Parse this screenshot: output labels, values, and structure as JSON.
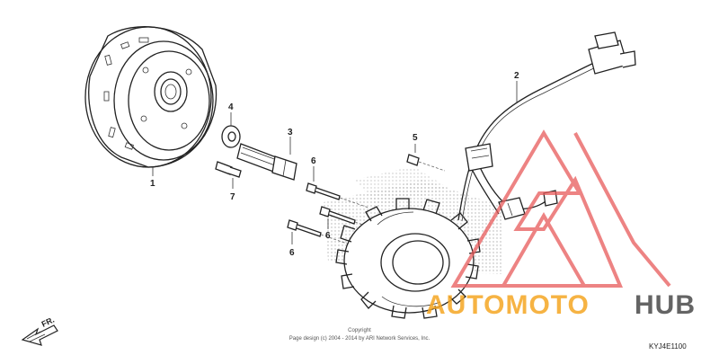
{
  "diagram": {
    "callouts": [
      {
        "id": "1",
        "label": "1"
      },
      {
        "id": "2",
        "label": "2"
      },
      {
        "id": "3",
        "label": "3"
      },
      {
        "id": "4",
        "label": "4"
      },
      {
        "id": "5",
        "label": "5"
      },
      {
        "id": "6a",
        "label": "6"
      },
      {
        "id": "6b",
        "label": "6"
      },
      {
        "id": "6c",
        "label": "6"
      },
      {
        "id": "7",
        "label": "7"
      }
    ],
    "front_marker": "FR.",
    "copyright_line1": "Copyright",
    "copyright_line2": "Page design (c) 2004 - 2014 by ARI Network Services, Inc.",
    "diagram_code": "KYJ4E1100"
  },
  "watermark": {
    "text_orange": "AUTOMOTO",
    "text_gray": "HUB",
    "colors": {
      "red": "#e85a5a",
      "orange": "#f5a623",
      "gray": "#4a4a4a"
    }
  }
}
